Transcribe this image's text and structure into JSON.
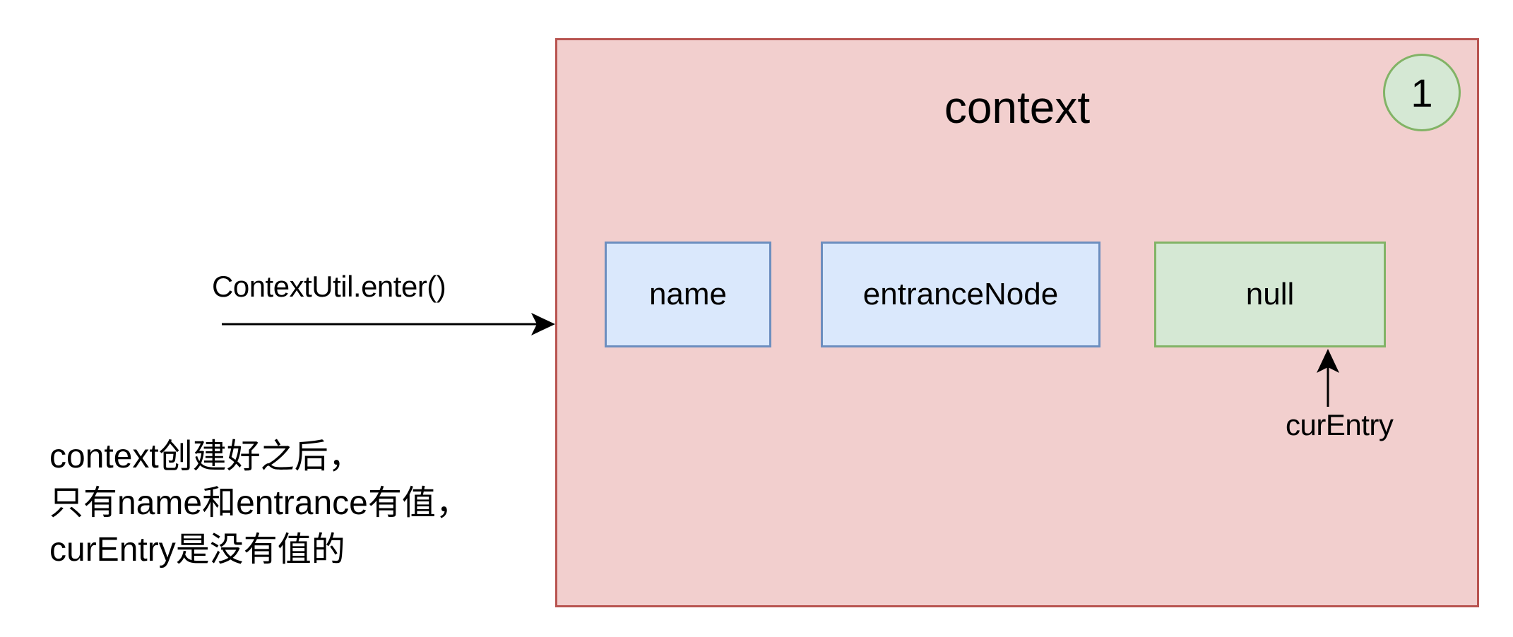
{
  "diagram": {
    "context_title": "context",
    "step_badge": "1",
    "fields": {
      "name": "name",
      "entrance_node": "entranceNode",
      "cur_entry_value": "null"
    },
    "enter_call_label": "ContextUtil.enter()",
    "cur_entry_pointer_label": "curEntry",
    "note_lines": [
      "context创建好之后，",
      "只有name和entrance有值，",
      "curEntry是没有值的"
    ],
    "colors": {
      "container_fill": "#f2cfce",
      "container_stroke": "#b85450",
      "blue_fill": "#dae8fc",
      "blue_stroke": "#6c8ebf",
      "green_fill": "#d5e8d4",
      "green_stroke": "#82b366"
    }
  }
}
